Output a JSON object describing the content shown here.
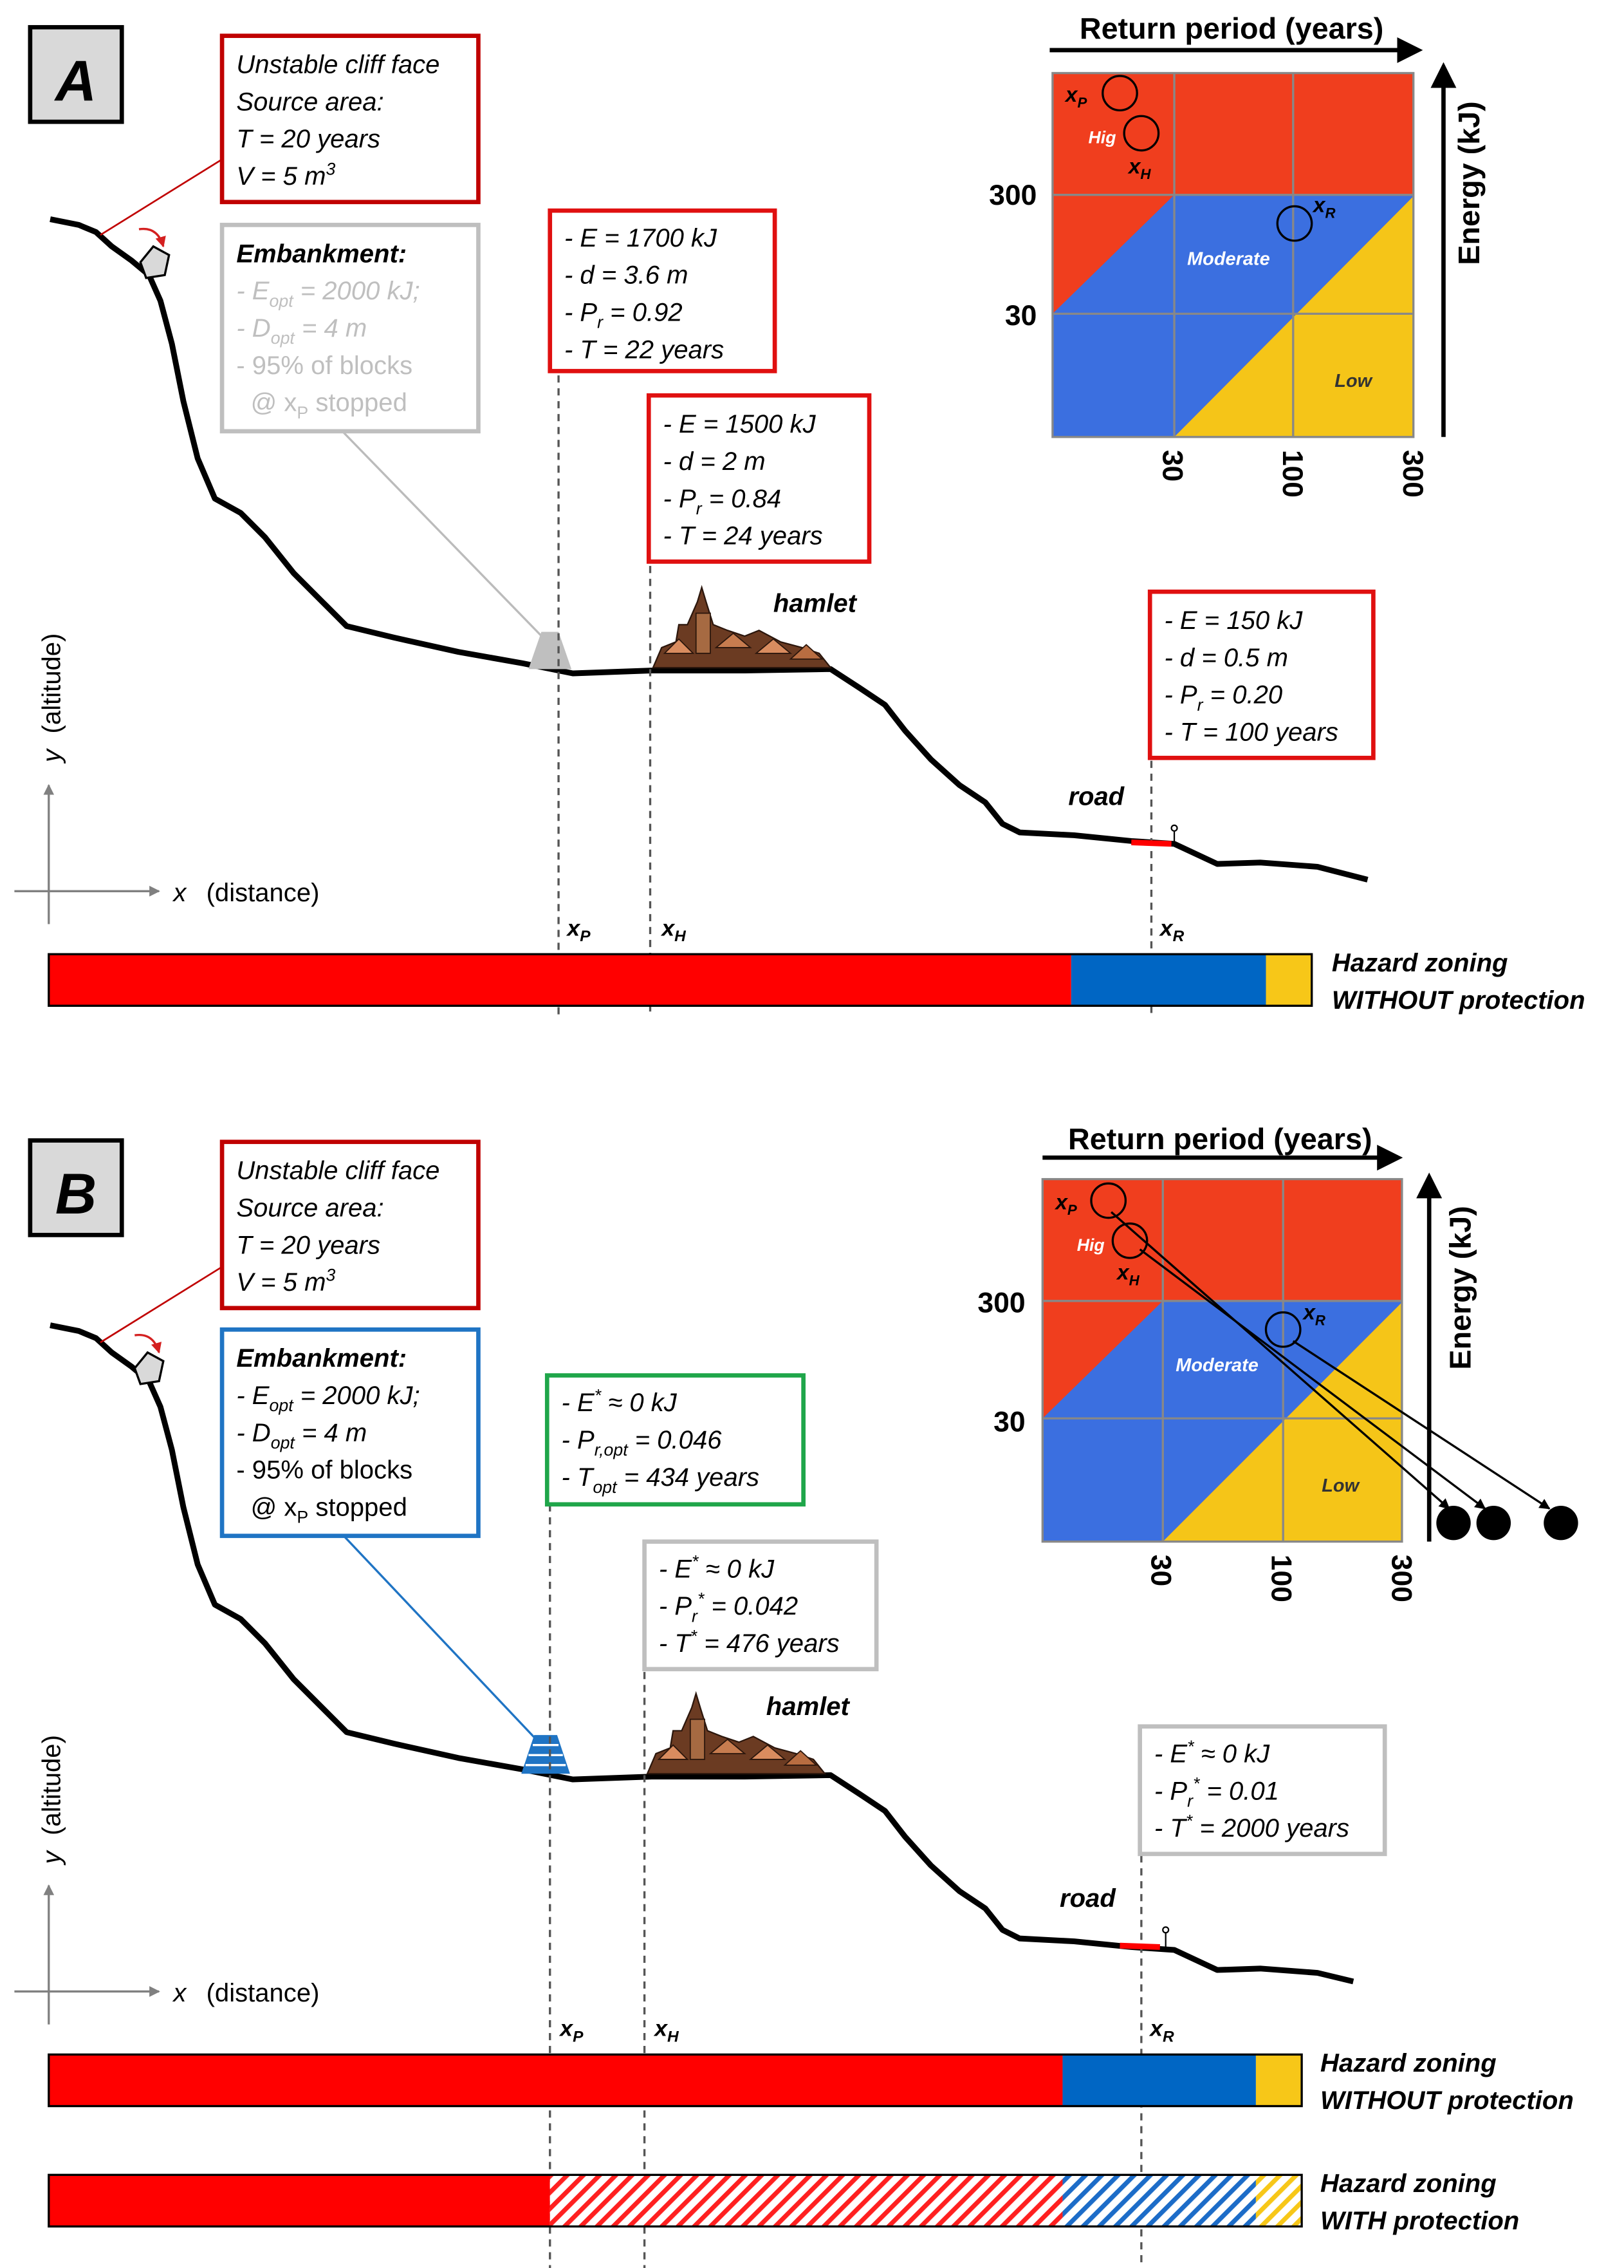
{
  "colors": {
    "high": "#f03e1e",
    "moderate": "#3b6fe0",
    "low": "#f5c518",
    "zone_red": "#ff0000",
    "zone_blue": "#0066c4",
    "zone_yellow": "#f7c718",
    "box_red": "#d01818",
    "box_gray": "#bfbfbf",
    "box_blue": "#1f74c4",
    "box_green": "#1fa64a",
    "embank_gray": "#bbbbbb",
    "embank_blue": "#1f74c4"
  },
  "panel_a": {
    "label": "A",
    "cliff": {
      "title": "Unstable cliff face",
      "line2": "Source area:",
      "line3": "T = 20 years",
      "line4": "V = 5 m",
      "line4_sup": "3"
    },
    "embankment": {
      "title": "Embankment:",
      "l1_pre": "- E",
      "l1_sub": "opt",
      "l1_post": " = 2000 kJ;",
      "l2_pre": "- D",
      "l2_sub": "opt",
      "l2_post": " = 4 m",
      "l3": "- 95% of blocks",
      "l4_pre": "@ x",
      "l4_sub": "P",
      "l4_post": " stopped"
    },
    "box_p": {
      "l1": "- E = 1700 kJ",
      "l2": "- d = 3.6 m",
      "l3_pre": "- P",
      "l3_sub": "r",
      "l3_post": " = 0.92",
      "l4": "- T = 22 years"
    },
    "box_h": {
      "l1": "- E = 1500 kJ",
      "l2": "- d = 2 m",
      "l3_pre": "- P",
      "l3_sub": "r",
      "l3_post": " = 0.84",
      "l4": "- T = 24 years"
    },
    "box_r": {
      "l1": "- E = 150 kJ",
      "l2": "- d = 0.5 m",
      "l3_pre": "- P",
      "l3_sub": "r",
      "l3_post": " = 0.20",
      "l4": "- T = 100 years"
    },
    "hamlet": "hamlet",
    "road": "road",
    "x_axis": {
      "var": "x",
      "label": "(distance)"
    },
    "y_axis": {
      "var": "y",
      "label": "(altitude)"
    },
    "pos": {
      "p": "x",
      "p_sub": "P",
      "h": "x",
      "h_sub": "H",
      "r": "x",
      "r_sub": "R"
    },
    "zoning1": {
      "l1": "Hazard zoning",
      "l2": "WITHOUT protection"
    },
    "matrix": {
      "top_title": "Return period (years)",
      "side_title": "Energy (kJ)",
      "y_ticks": [
        "300",
        "30"
      ],
      "x_ticks": [
        "30",
        "100",
        "300"
      ],
      "high": "Hig",
      "moderate": "Moderate",
      "low": "Low",
      "pts": {
        "p": "x",
        "p_sub": "P",
        "h": "x",
        "h_sub": "H",
        "r": "x",
        "r_sub": "R"
      }
    }
  },
  "panel_b": {
    "label": "B",
    "cliff": {
      "title": "Unstable cliff face",
      "line2": "Source area:",
      "line3": "T = 20 years",
      "line4": "V = 5 m",
      "line4_sup": "3"
    },
    "embankment": {
      "title": "Embankment:",
      "l1_pre": "- E",
      "l1_sub": "opt",
      "l1_post": " = 2000 kJ;",
      "l2_pre": "- D",
      "l2_sub": "opt",
      "l2_post": " = 4 m",
      "l3": "- 95% of blocks",
      "l4_pre": "@ x",
      "l4_sub": "P",
      "l4_post": " stopped"
    },
    "box_p": {
      "l1_pre": "- E",
      "l1_sup": "*",
      "l1_post": " ≈ 0 kJ",
      "l2_pre": "- P",
      "l2_sub": "r,opt",
      "l2_post": " = 0.046",
      "l3_pre": "- T",
      "l3_sub": "opt",
      "l3_post": " = 434 years"
    },
    "box_h": {
      "l1_pre": "- E",
      "l1_sup": "*",
      "l1_post": " ≈ 0 kJ",
      "l2_pre": "- P",
      "l2_sub": "r",
      "l2_sup": "*",
      "l2_post": " = 0.042",
      "l3_pre": "- T",
      "l3_sup": "*",
      "l3_post": " = 476 years"
    },
    "box_r": {
      "l1_pre": "- E",
      "l1_sup": "*",
      "l1_post": " ≈ 0 kJ",
      "l2_pre": "- P",
      "l2_sub": "r",
      "l2_sup": "*",
      "l2_post": " = 0.01",
      "l3_pre": "- T",
      "l3_sup": "*",
      "l3_post": " = 2000 years"
    },
    "hamlet": "hamlet",
    "road": "road",
    "x_axis": {
      "var": "x",
      "label": "(distance)"
    },
    "y_axis": {
      "var": "y",
      "label": "(altitude)"
    },
    "pos": {
      "p": "x",
      "p_sub": "P",
      "h": "x",
      "h_sub": "H",
      "r": "x",
      "r_sub": "R"
    },
    "zoning1": {
      "l1": "Hazard zoning",
      "l2": "WITHOUT protection"
    },
    "zoning2": {
      "l1": "Hazard zoning",
      "l2": "WITH protection"
    },
    "matrix": {
      "top_title": "Return period (years)",
      "side_title": "Energy (kJ)",
      "y_ticks": [
        "300",
        "30"
      ],
      "x_ticks": [
        "30",
        "100",
        "300"
      ],
      "high": "Hig",
      "moderate": "Moderate",
      "low": "Low",
      "pts": {
        "p": "x",
        "p_sub": "P",
        "h": "x",
        "h_sub": "H",
        "r": "x",
        "r_sub": "R"
      }
    }
  }
}
